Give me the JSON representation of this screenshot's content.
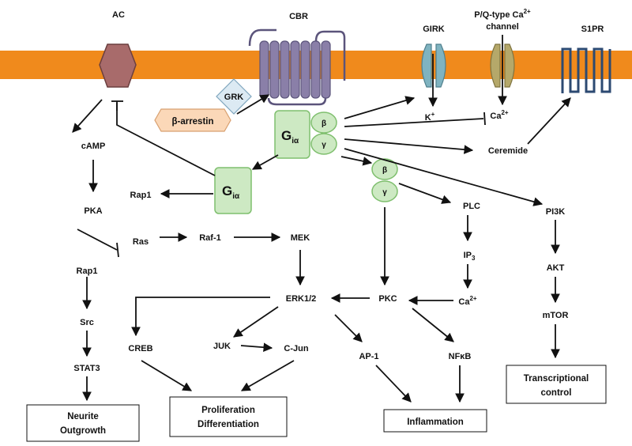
{
  "colors": {
    "membrane": "#F08A1C",
    "g_protein_fill": "#CDE9C3",
    "g_protein_stroke": "#7FBF6E",
    "receptor_fill": "#8A7FA8",
    "receptor_stroke": "#5B547B",
    "ac_fill": "#A86B6B",
    "ac_stroke": "#6B3F3F",
    "arrestin_fill": "#FBD8B8",
    "arrestin_stroke": "#D8A070",
    "grk_fill": "#DCEAF3",
    "grk_stroke": "#7FA6BE",
    "girk_fill": "#7FB3C0",
    "ca_channel_fill": "#B5A86A",
    "s1pr_stroke": "#2C4A72",
    "arrow": "#111111"
  },
  "icons": {
    "adenylyl_cyclase": "hexagon",
    "cannabinoid_receptor": "seven-transmembrane-helix",
    "girk_channel": "ion-channel",
    "calcium_channel": "ion-channel",
    "s1p_receptor": "serpentine-receptor"
  },
  "membrane_proteins": {
    "ac": "AC",
    "cbr": "CBR",
    "girk": "GIRK",
    "pq_channel_line1": "P/Q-type Ca",
    "pq_channel_sup": "2+",
    "pq_channel_line2": "channel",
    "s1pr": "S1PR"
  },
  "regulators": {
    "grk": "GRK",
    "arrestin": "β-arrestin"
  },
  "g_protein": {
    "g": "G",
    "alpha_sub": "iα",
    "beta": "β",
    "gamma": "γ"
  },
  "ions": {
    "k": "K",
    "k_sup": "+",
    "ca": "Ca",
    "ca_sup": "2+"
  },
  "nodes": {
    "camp": "cAMP",
    "pka": "PKA",
    "rap1_left": "Rap1",
    "src": "Src",
    "stat3": "STAT3",
    "rap1_mid": "Rap1",
    "ras": "Ras",
    "raf1": "Raf-1",
    "mek": "MEK",
    "erk": "ERK1/2",
    "creb": "CREB",
    "juk": "JUK",
    "cjun": "C-Jun",
    "ap1": "AP-1",
    "pkc": "PKC",
    "nfkb": "NFκB",
    "plc": "PLC",
    "ip3": "IP",
    "ip3_sub": "3",
    "ca_mid": "Ca",
    "ca_mid_sup": "2+",
    "ceremide": "Ceremide",
    "pi3k": "PI3K",
    "akt": "AKT",
    "mtor": "mTOR"
  },
  "outcomes": {
    "neurite_line1": "Neurite",
    "neurite_line2": "Outgrowth",
    "prolif_line1": "Proliferation",
    "prolif_line2": "Differentiation",
    "inflammation": "Inflammation",
    "transcription_line1": "Transcriptional",
    "transcription_line2": "control"
  }
}
